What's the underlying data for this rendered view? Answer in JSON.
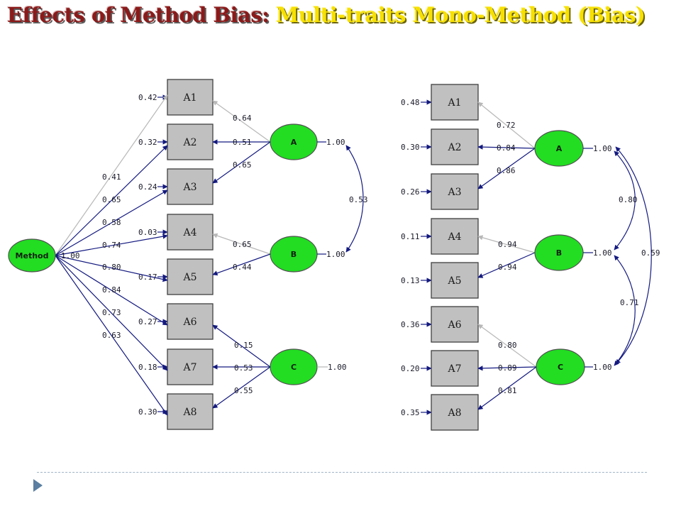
{
  "title": {
    "part1": "Effects of Method Bias: ",
    "part2": "Multi-traits Mono-Method (Bias)"
  },
  "colors": {
    "latent": "#22dd22",
    "observed": "#c0c0c0",
    "path": "#141a80",
    "path_faint": "#b8b8b8",
    "title_dark": "#8b1a1a",
    "title_yellow": "#f7e000"
  },
  "left_diagram": {
    "observed": [
      "A1",
      "A2",
      "A3",
      "A4",
      "A5",
      "A6",
      "A7",
      "A8"
    ],
    "errors": [
      "0.42",
      "0.32",
      "0.24",
      "0.03",
      "0.17",
      "0.27",
      "0.18",
      "0.30"
    ],
    "method": {
      "label": "Method",
      "variance": "1.00",
      "loadings": [
        "0.41",
        "0.65",
        "0.58",
        "0.74",
        "0.80",
        "0.84",
        "0.73",
        "0.63"
      ]
    },
    "traits": [
      {
        "label": "A",
        "variance": "1.00",
        "loadings": [
          "0.64",
          "0.51",
          "0.65"
        ]
      },
      {
        "label": "B",
        "variance": "1.00",
        "loadings": [
          "0.65",
          "0.44"
        ]
      },
      {
        "label": "C",
        "variance": "1.00",
        "loadings": [
          "0.15",
          "0.53",
          "0.55"
        ]
      }
    ],
    "covariances": {
      "A_B": "0.53"
    }
  },
  "right_diagram": {
    "observed": [
      "A1",
      "A2",
      "A3",
      "A4",
      "A5",
      "A6",
      "A7",
      "A8"
    ],
    "errors": [
      "0.48",
      "0.30",
      "0.26",
      "0.11",
      "0.13",
      "0.36",
      "0.20",
      "0.35"
    ],
    "traits": [
      {
        "label": "A",
        "variance": "1.00",
        "loadings": [
          "0.72",
          "0.84",
          "0.86"
        ]
      },
      {
        "label": "B",
        "variance": "1.00",
        "loadings": [
          "0.94",
          "0.94"
        ]
      },
      {
        "label": "C",
        "variance": "1.00",
        "loadings": [
          "0.80",
          "0.89",
          "0.81"
        ]
      }
    ],
    "covariances": {
      "A_B": "0.80",
      "A_C": "0.59",
      "B_C": "0.71"
    }
  }
}
